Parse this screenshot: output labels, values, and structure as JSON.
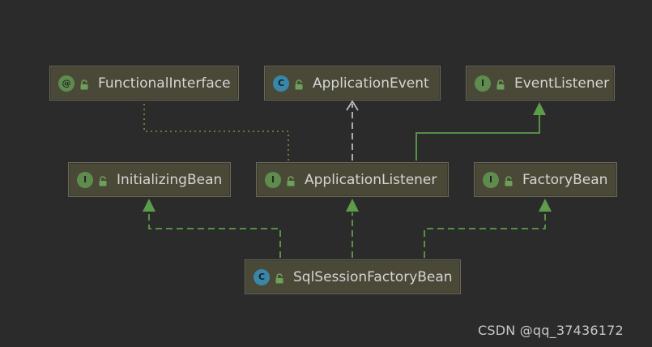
{
  "nodes": {
    "functional_interface": {
      "kind": "annotation",
      "badge": "@",
      "label": "FunctionalInterface"
    },
    "application_event": {
      "kind": "class",
      "badge": "C",
      "label": "ApplicationEvent"
    },
    "event_listener": {
      "kind": "interface",
      "badge": "I",
      "label": "EventListener"
    },
    "initializing_bean": {
      "kind": "interface",
      "badge": "I",
      "label": "InitializingBean"
    },
    "application_listener": {
      "kind": "interface",
      "badge": "I",
      "label": "ApplicationListener"
    },
    "factory_bean": {
      "kind": "interface",
      "badge": "I",
      "label": "FactoryBean"
    },
    "sql_session_factory_bean": {
      "kind": "class",
      "badge": "C",
      "label": "SqlSessionFactoryBean"
    }
  },
  "edges": [
    {
      "from": "application_listener",
      "to": "functional_interface",
      "style": "dotted",
      "color": "#8a8a3a"
    },
    {
      "from": "application_listener",
      "to": "application_event",
      "style": "dashed-open-arrow",
      "color": "#bbbbbb"
    },
    {
      "from": "application_listener",
      "to": "event_listener",
      "style": "solid-triangle",
      "color": "#5d9c4b"
    },
    {
      "from": "sql_session_factory_bean",
      "to": "initializing_bean",
      "style": "dashed-triangle",
      "color": "#5d9c4b"
    },
    {
      "from": "sql_session_factory_bean",
      "to": "application_listener",
      "style": "dashed-triangle",
      "color": "#5d9c4b"
    },
    {
      "from": "sql_session_factory_bean",
      "to": "factory_bean",
      "style": "dashed-triangle",
      "color": "#5d9c4b"
    }
  ],
  "watermark": "CSDN @qq_37436172",
  "colors": {
    "background": "#2b2b2b",
    "node_fill": "#4a4938",
    "node_border": "#6b6a58",
    "interface_badge": "#5f8c4e",
    "class_badge": "#3a86a8"
  }
}
